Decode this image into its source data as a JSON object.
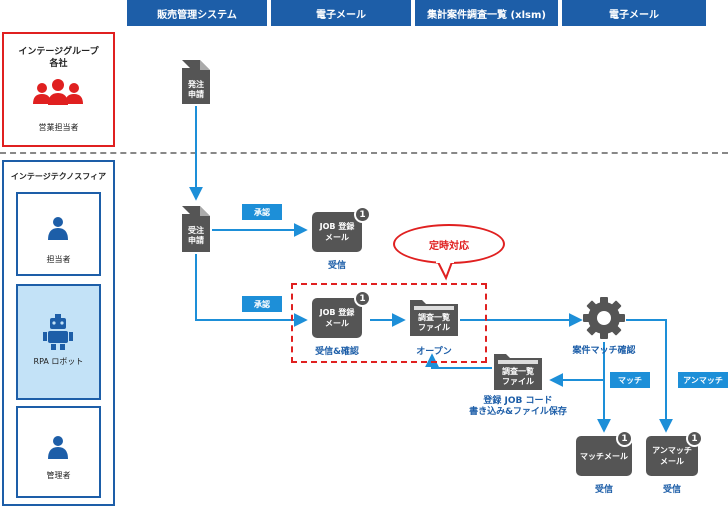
{
  "headers": [
    "販売管理システム",
    "電子メール",
    "集計案件調査一覧 (xlsm)",
    "電子メール"
  ],
  "group_top": {
    "title_line1": "インテージグループ",
    "title_line2": "各社",
    "role": "営業担当者"
  },
  "group_bottom": {
    "title": "インテージテクノスフィア"
  },
  "actors": [
    "担当者",
    "RPA ロボット",
    "管理者"
  ],
  "doc_order1": {
    "line1": "発注",
    "line2": "申請"
  },
  "doc_order2": {
    "line1": "受注",
    "line2": "申請"
  },
  "tags": {
    "approve1": "承認",
    "approve2": "承認",
    "match": "マッチ",
    "unmatch": "アンマッチ"
  },
  "mail_job1": {
    "line1": "JOB 登録",
    "line2": "メール",
    "badge": "1",
    "caption": "受信"
  },
  "mail_job2": {
    "line1": "JOB 登録",
    "line2": "メール",
    "badge": "1",
    "caption": "受信&確認"
  },
  "folder_main": {
    "line1": "調査一覧",
    "line2": "ファイル",
    "caption": "オープン"
  },
  "folder_save": {
    "line1": "調査一覧",
    "line2": "ファイル",
    "caption1": "登録 JOB コード",
    "caption2": "書き込み&ファイル保存"
  },
  "callout": "定時対応",
  "gear": {
    "caption": "案件マッチ確認"
  },
  "mail_match": {
    "line1": "マッチメール",
    "badge": "1",
    "caption": "受信"
  },
  "mail_unmatch": {
    "line1": "アンマッチ",
    "line2": "メール",
    "badge": "1",
    "caption": "受信"
  },
  "colors": {
    "header": "#1d5ea8",
    "accent_red": "#e02020",
    "arrow": "#1d8fd8",
    "icon_dark": "#555555",
    "rpa_fill": "#c3e2f7"
  }
}
